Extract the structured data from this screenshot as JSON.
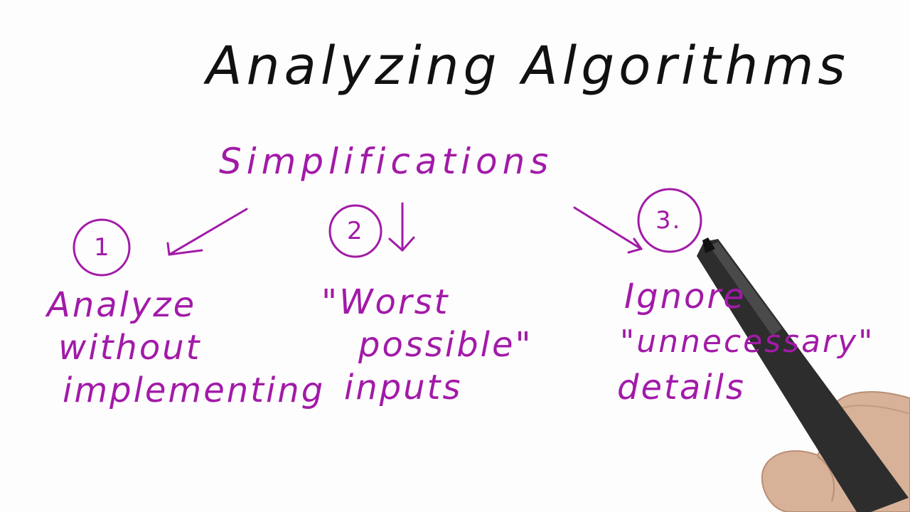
{
  "board": {
    "title": "Analyzing Algorithms",
    "subtitle": "Simplifications",
    "ink_color": "#a21aa8",
    "title_color": "#111111"
  },
  "items": [
    {
      "number": "1",
      "lines": [
        "Analyze",
        "without",
        "implementing"
      ]
    },
    {
      "number": "2",
      "lines": [
        "\"Worst",
        "possible\"",
        "inputs"
      ]
    },
    {
      "number": "3.",
      "lines": [
        "Ignore",
        "\"unnecessary\"",
        "details"
      ]
    }
  ],
  "decorations": {
    "pen": "pen-icon",
    "hand": "hand-icon"
  }
}
